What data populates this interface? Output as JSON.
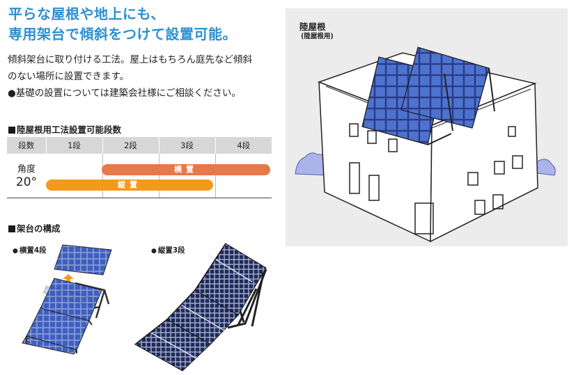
{
  "heading": {
    "line1": "平らな屋根や地上にも、",
    "line2": "専用架台で傾斜をつけて設置可能。"
  },
  "intro": {
    "line1": "傾斜架台に取り付ける工法。屋上はもちろん庭先など傾斜",
    "line2": "のない場所に設置できます。",
    "line3": "●基礎の設置については建築会社様にご相談ください。"
  },
  "table_section": {
    "title": "陸屋根用工法設置可能段数",
    "columns": [
      "段数",
      "1段",
      "2段",
      "3段",
      "4段"
    ],
    "row_header_line1": "角度",
    "row_header_line2": "20°",
    "bars": {
      "yoko": "横置",
      "tate": "縦置"
    }
  },
  "mount_section": {
    "title": "架台の構成",
    "yoko_label": "横置4段",
    "tate_label": "縦置3段"
  },
  "house": {
    "label": "陸屋根",
    "sublabel": "(陸屋根用)"
  },
  "colors": {
    "heading_blue": "#2b8fd1",
    "bar_orange_light": "#e8774a",
    "bar_orange": "#f39a1e",
    "panel_blue": "#3f5fc0",
    "panel_navy": "#1f2a5c",
    "house_bg": "#ececec"
  }
}
